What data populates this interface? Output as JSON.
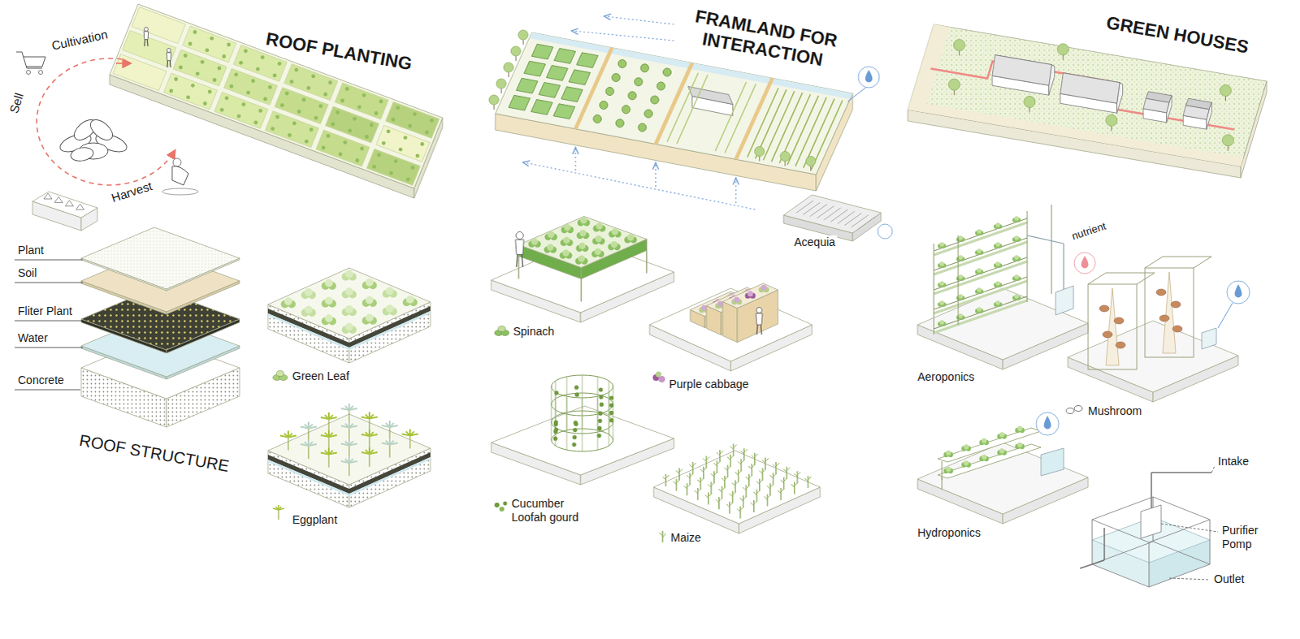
{
  "diagram": {
    "labels": [
      "ROOF PLANTING",
      "Cultivation",
      "Sell",
      "Harvest",
      "Plant",
      "Soil",
      "Fliter Plant",
      "Water",
      "Concrete",
      "ROOF STRUCTURE",
      "Green Leaf",
      "Eggplant",
      "FRAMLAND FOR INTERACTION",
      "Acequia",
      "Spinach",
      "Purple cabbage",
      "Cucumber Loofah gourd",
      "Maize",
      "GREEN HOUSES",
      "nutrient",
      "Aeroponics",
      "Mushroom",
      "Hydroponics",
      "Intake",
      "Purifier Pomp",
      "Outlet"
    ]
  }
}
